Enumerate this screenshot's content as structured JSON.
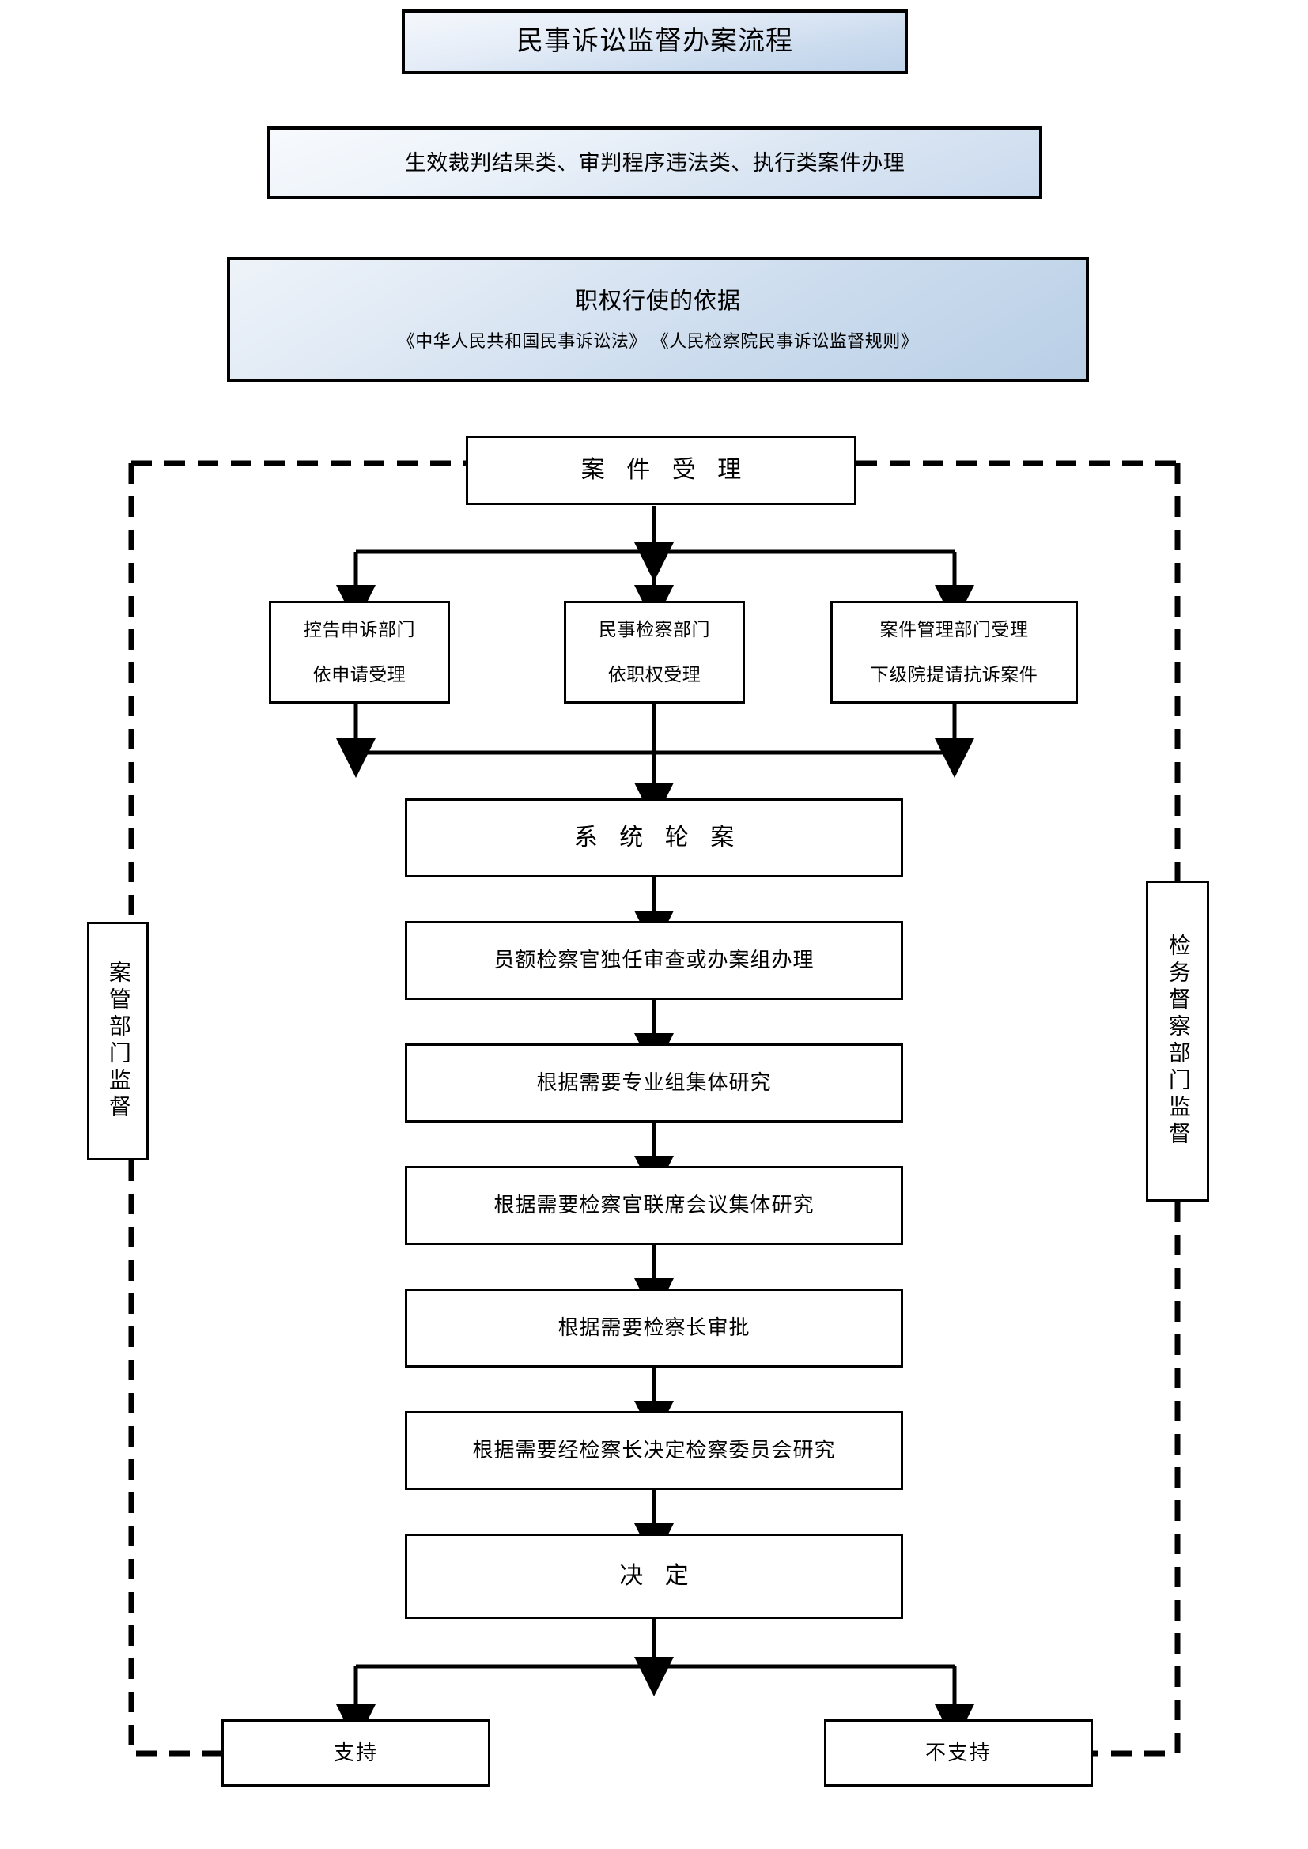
{
  "colors": {
    "line": "#000000",
    "box_fill": "#ffffff",
    "gradient_top": "#f5f8fc",
    "gradient_bottom": "#bed2e9"
  },
  "header": {
    "title": "民事诉讼监督办案流程",
    "scope": "生效裁判结果类、审判程序违法类、执行类案件办理",
    "basis_heading": "职权行使的依据",
    "basis_laws": "《中华人民共和国民事诉讼法》 《人民检察院民事诉讼监督规则》"
  },
  "flow": {
    "entry": "案 件 受 理",
    "intake": [
      {
        "line1": "控告申诉部门",
        "line2": "依申请受理"
      },
      {
        "line1": "民事检察部门",
        "line2": "依职权受理"
      },
      {
        "line1": "案件管理部门受理",
        "line2": "下级院提请抗诉案件"
      }
    ],
    "steps": [
      "系 统 轮 案",
      "员额检察官独任审查或办案组办理",
      "根据需要专业组集体研究",
      "根据需要检察官联席会议集体研究",
      "根据需要检察长审批",
      "根据需要经检察长决定检察委员会研究",
      "决 定"
    ],
    "outcomes": [
      "支持",
      "不支持"
    ]
  },
  "oversight": {
    "left": "案管部门监督",
    "right": "检务督察部门监督"
  }
}
